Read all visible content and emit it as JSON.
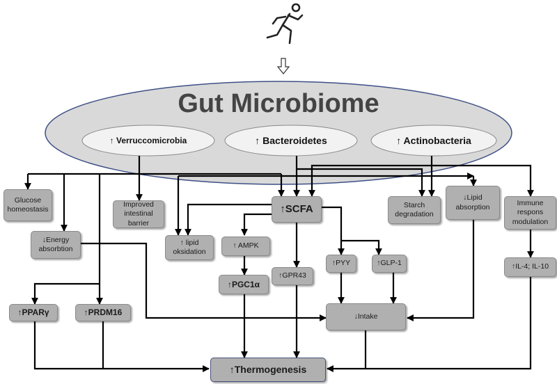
{
  "title": "Gut Microbiome",
  "phyla": [
    {
      "id": "verrucomicrobia",
      "label": "↑ Verruccomicrobia"
    },
    {
      "id": "bacteroidetes",
      "label": "↑ Bacteroidetes"
    },
    {
      "id": "actinobacteria",
      "label": "↑ Actinobacteria"
    }
  ],
  "nodes": {
    "glucose": "Glucose\nhomeostasis",
    "barrier": "Improved\nintestinal\nbarrier",
    "scfa": "↑SCFA",
    "starch": "Starch\ndegradation",
    "lipid_abs": "↓Lipid\nabsorption",
    "immune": "Immune\nrespons\nmodulation",
    "energy": "↓Energy\nabsorbtion",
    "lipid_ox": "↑ lipid\noksidation",
    "ampk": "↑ AMPK",
    "pyy": "↑PYY",
    "glp1": "↑GLP-1",
    "il": "↑IL-4; IL-10",
    "pgc1a": "↑PGC1α",
    "gpr43": "↑GPR43",
    "pparg": "↑PPARγ",
    "prdm16": "↑PRDM16",
    "intake": "↓Intake",
    "thermo": "↑Thermogenesis"
  },
  "icons": {
    "runner": "running-person-icon",
    "arrow": "hollow-down-arrow-icon"
  },
  "colors": {
    "oval_fill": "#d9d9d9",
    "oval_stroke": "#3e4f86",
    "box_fill": "#b0b0b0",
    "arrow": "#000000"
  }
}
